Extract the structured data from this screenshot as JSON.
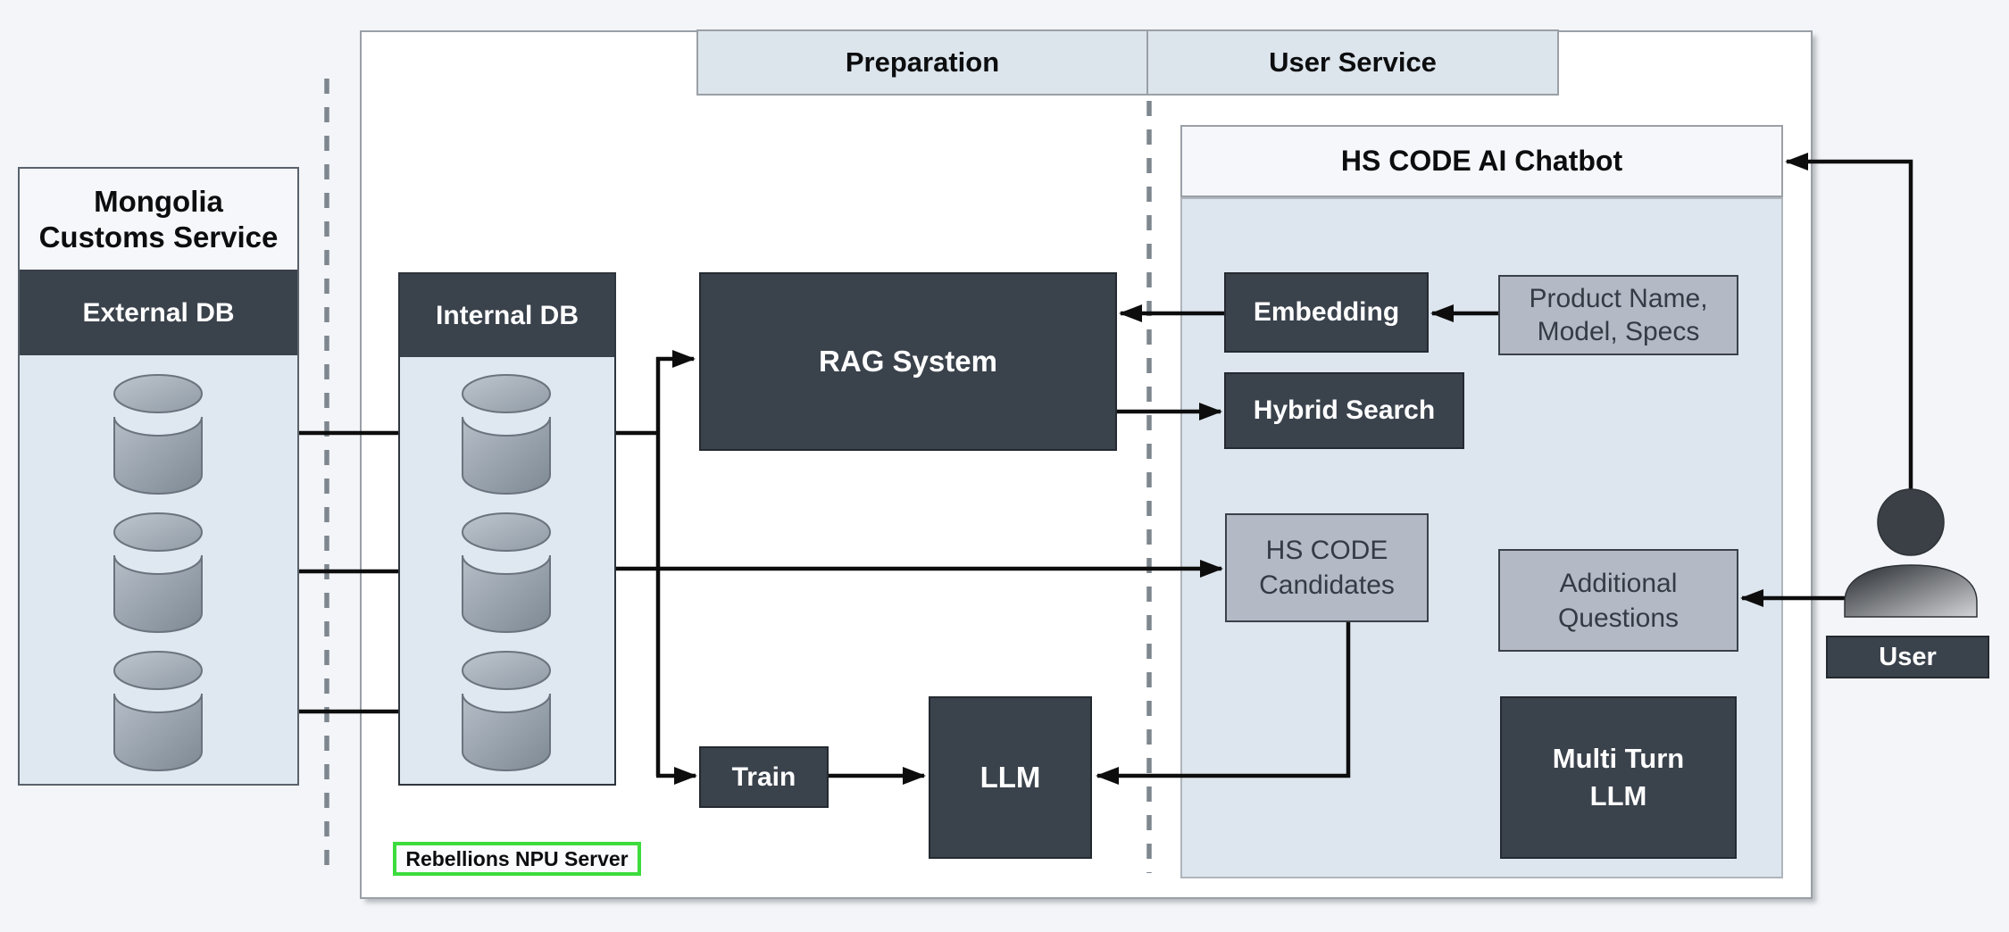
{
  "headers": {
    "preparation": "Preparation",
    "user_service": "User Service"
  },
  "mongolia": {
    "title": "Mongolia\nCustoms Service",
    "external_db_label": "External DB"
  },
  "internal_db": {
    "label": "Internal DB"
  },
  "preparation_area": {
    "rag": "RAG System",
    "train": "Train",
    "llm": "LLM",
    "npu_server_label": "Rebellions NPU Server"
  },
  "chatbot": {
    "title": "HS CODE AI Chatbot",
    "embedding": "Embedding",
    "product_input": "Product Name,\nModel, Specs",
    "hybrid_search": "Hybrid Search",
    "hs_code_candidates": "HS CODE\nCandidates",
    "additional_questions": "Additional\nQuestions",
    "multi_turn_llm": "Multi Turn\nLLM"
  },
  "user": {
    "label": "User"
  },
  "colors": {
    "dark_node": "#3a424c",
    "panel_blue": "#dde6ee",
    "gray_node": "#b3bac6",
    "header_light": "#f5f7fa",
    "section_header": "#dce4ec",
    "npu_green": "#3ddc3d",
    "connector": "#0d0d0d",
    "dashed_separator": "#7e868e",
    "background": "#f3f5f8"
  }
}
